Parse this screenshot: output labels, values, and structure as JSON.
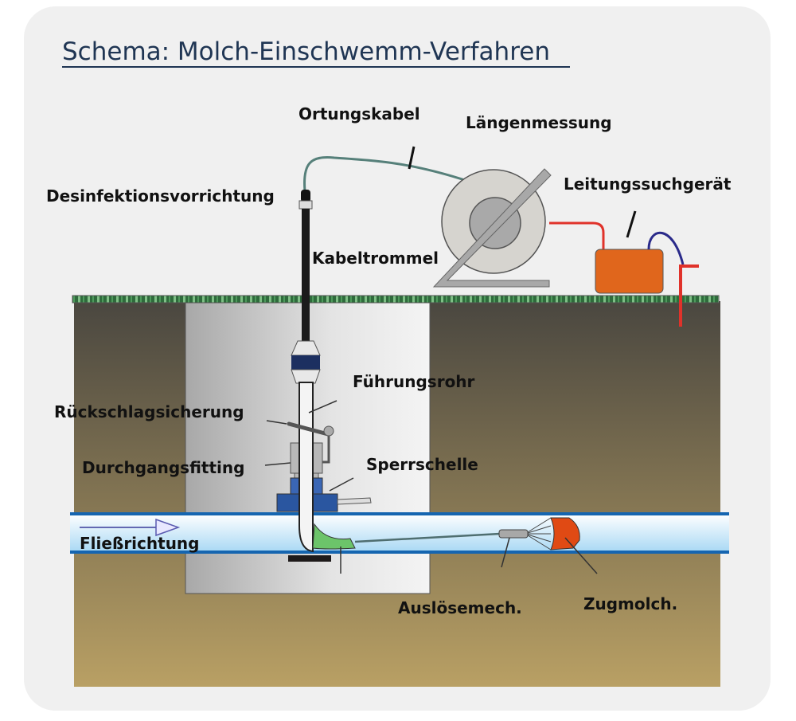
{
  "title": "Schema: Molch-Einschwemm-Verfahren",
  "labels": {
    "ortungskabel": "Ortungskabel",
    "laengenmessung": "Längenmessung",
    "leitungssuchgeraet": "Leitungssuchgerät",
    "desinfektion": "Desinfektionsvorrichtung",
    "kabeltrommel": "Kabeltrommel",
    "fuehrungsrohr": "Führungsrohr",
    "rueckschlag": "Rückschlagsicherung",
    "durchgang": "Durchgangsfitting",
    "sperrschelle": "Sperrschelle",
    "fliessrichtung": "Fließrichtung",
    "ausloese": "Auslösemech.",
    "zugmolch": "Zugmolch."
  },
  "colors": {
    "title": "#1f3553",
    "pipe_border": "#1565b0",
    "device": "#e0661c",
    "pig": "#e04a14",
    "hose": "#6cc46a",
    "clamp": "#2a5aa8"
  }
}
